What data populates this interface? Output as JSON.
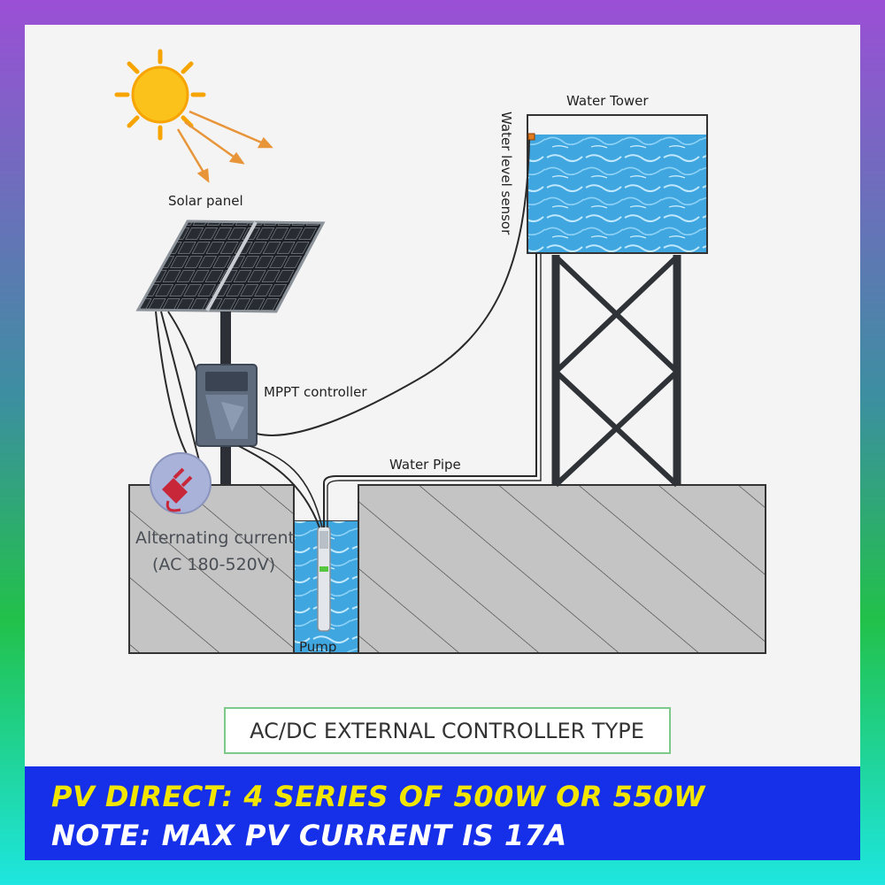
{
  "diagram": {
    "labels": {
      "solar_panel": "Solar panel",
      "water_tower": "Water Tower",
      "water_level_sensor": "Water level sensor",
      "mppt_controller": "MPPT controller",
      "water_pipe": "Water Pipe",
      "ac_line1": "Alternating current",
      "ac_line2": "(AC 180-520V)",
      "pump": "Pump"
    },
    "caption": "AC/DC EXTERNAL CONTROLLER TYPE"
  },
  "banner": {
    "line1": "PV DIRECT: 4 SERIES OF 500W OR 550W",
    "line2": "NOTE: MAX PV CURRENT IS 17A"
  },
  "colors": {
    "frame_top": "#9b4fd6",
    "frame_mid": "#2db84f",
    "frame_bottom": "#1ee6e0",
    "banner_bg": "#1530e8",
    "banner_line1": "#f2e600",
    "banner_line2": "#ffffff",
    "ground": "#c4c4c4",
    "water": "#3fa6e0",
    "tower_steel": "#2f3338"
  },
  "icons": [
    "sun-icon",
    "power-plug-icon"
  ]
}
